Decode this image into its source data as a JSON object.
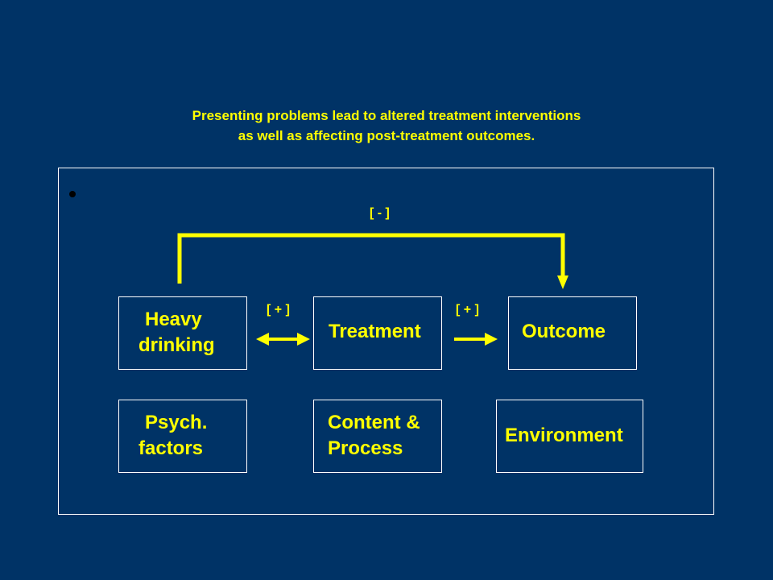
{
  "title": {
    "line1": "Presenting problems lead to altered treatment interventions",
    "line2": "as well as affecting post-treatment outcomes."
  },
  "diagram": {
    "top_row": {
      "heavy_drinking": {
        "line1": "Heavy",
        "line2": "drinking"
      },
      "treatment": "Treatment",
      "outcome": "Outcome"
    },
    "bottom_row": {
      "psych_factors": {
        "line1": "Psych.",
        "line2": "factors"
      },
      "content_process": {
        "line1": "Content &",
        "line2": "Process"
      },
      "environment": "Environment"
    },
    "relations": {
      "drinking_treatment": "[ + ]",
      "treatment_outcome": "[ + ]",
      "drinking_outcome": "[ - ]"
    }
  },
  "colors": {
    "background": "#003366",
    "accent": "#ffff00",
    "border": "#ffffff"
  }
}
